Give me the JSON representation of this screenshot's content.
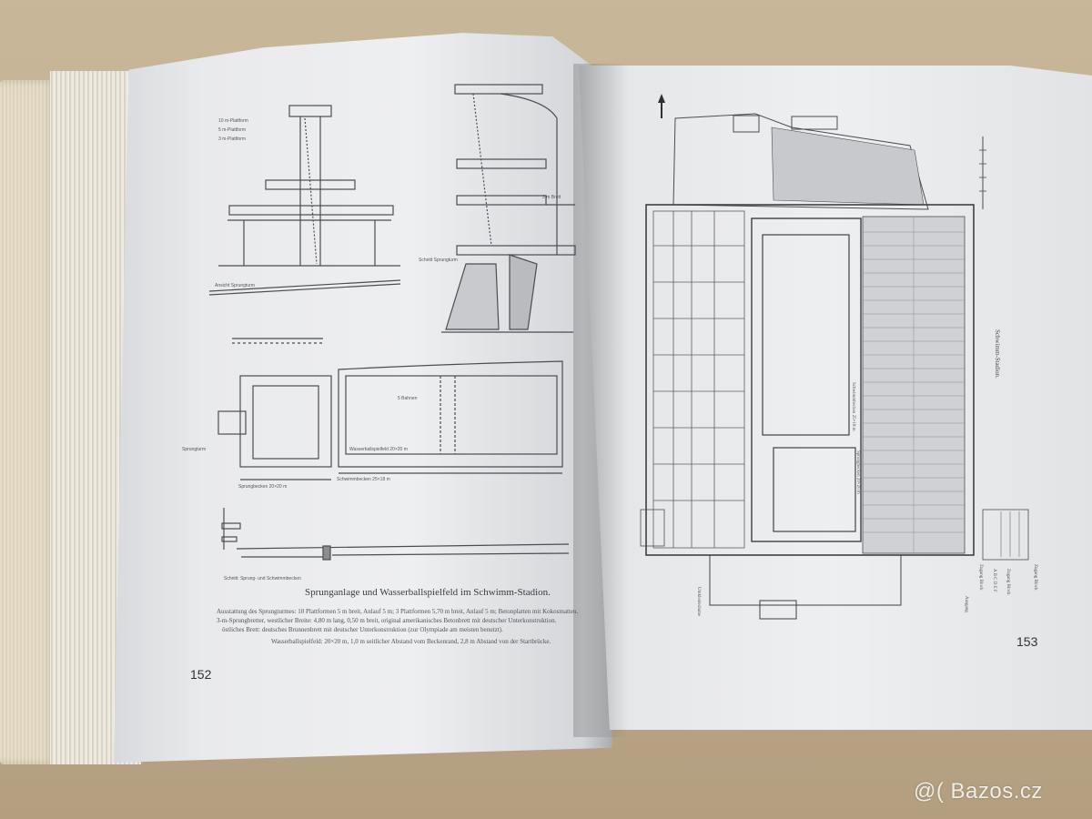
{
  "left_page": {
    "caption_title": "Sprunganlage und Wasserballspielfeld im Schwimm-Stadion.",
    "caption_lines": [
      "Ausstattung des Sprungturmes: 10 Plattformen 5 m breit, Anlauf 5 m; 3 Plattformen 5,70 m breit, Anlauf 5 m; Betonplatten mit Kokosmatten.",
      "3-m-Sprungbretter, westlicher Breite: 4,80 m lang, 0,50 m breit, original amerikanisches Betonbrett mit deutscher Unterkonstruktion.",
      "östliches Brett: deutsches Brunnenbrett mit deutscher Unterkonstruktion (zur Olympiade am meisten benutzt).",
      "Wasserballspielfeld: 20×20 m, 1,0 m seitlicher Abstand vom Beckenrand, 2,8 m Abstand von der Startbrücke."
    ],
    "page_number": "152",
    "drawing_labels": {
      "tower_legend": [
        "10 m-Plattform",
        "5 m-Plattform",
        "3 m-Plattform"
      ],
      "front_view": "Ansicht Sprungturm",
      "side_view": "Schnitt Sprungturm",
      "platform": "Sprungturm",
      "jump_pool": "Sprungbecken 20×20 m",
      "swim_pool": "Schwimmbecken 25×18 m",
      "water_polo": "Wasserballspielfeld 20×20 m",
      "section": "Schnitt: Sprung- und Schwimmbecken",
      "board": "3 m Brett",
      "lanes": "5 Bahnen"
    }
  },
  "right_page": {
    "page_number": "153",
    "vertical_title": "Schwimm-Stadion.",
    "pool_label_1": "Schwimmbecken 25×18 m",
    "pool_label_2": "Sprungbecken 20×20 m",
    "side_labels": [
      "Umkleideräume",
      "Zugang Block",
      "Zugang Block",
      "Zugang Block",
      "Ausgang"
    ],
    "block_letters": "A B C D E F"
  },
  "watermark": "@( Bazos.cz"
}
